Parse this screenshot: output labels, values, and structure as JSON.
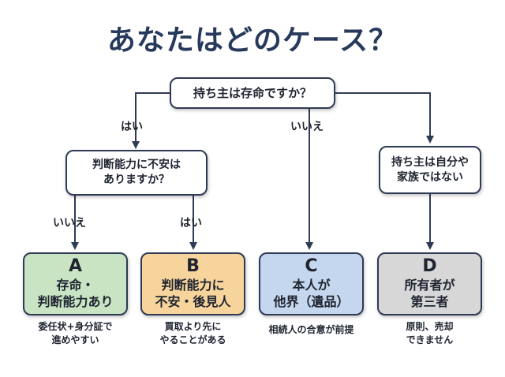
{
  "title": "あなたはどのケース？",
  "root": {
    "text": "持ち主は存命ですか？"
  },
  "q_capacity": {
    "line1": "判断能力に不安は",
    "line2": "ありますか？"
  },
  "q_owner": {
    "line1": "持ち主は自分や",
    "line2": "家族ではない"
  },
  "edge_labels": {
    "root_left": "はい",
    "root_mid": "いいえ",
    "cap_left": "いいえ",
    "cap_right": "はい"
  },
  "cases": {
    "A": {
      "letter": "A",
      "line1": "存命・",
      "line2": "判断能力あり",
      "note1": "委任状+身分証で",
      "note2": "進めやすい",
      "color": "#c8e4c2"
    },
    "B": {
      "letter": "B",
      "line1": "判断能力に",
      "line2": "不安・後見人",
      "note1": "買取より先に",
      "note2": "やることがある",
      "color": "#f6d49b"
    },
    "C": {
      "letter": "C",
      "line1": "本人が",
      "line2": "他界（遺品）",
      "note1": "相続人の合意が前提",
      "note2": "",
      "color": "#c5d7ee"
    },
    "D": {
      "letter": "D",
      "line1": "所有者が",
      "line2": "第三者",
      "note1": "原則、売却",
      "note2": "できません",
      "color": "#d7d7d7"
    }
  },
  "colors": {
    "border": "#2f3b55",
    "title": "#273a5b"
  }
}
